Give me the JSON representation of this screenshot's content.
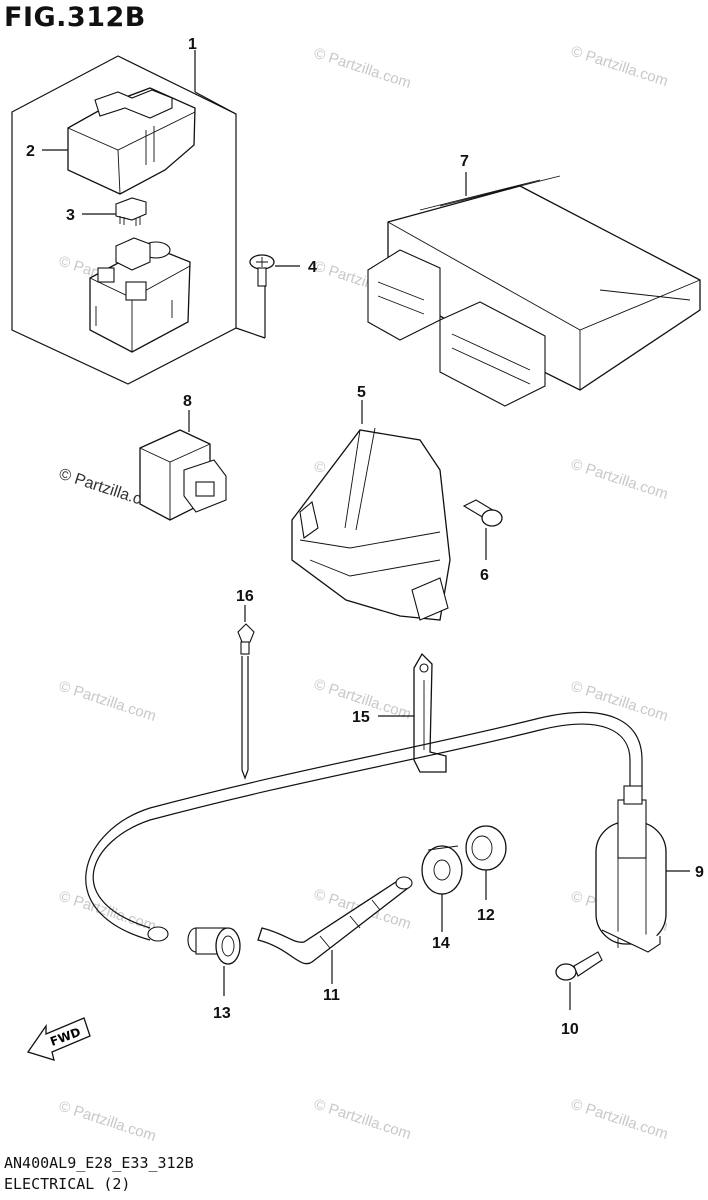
{
  "title": "FIG.312B",
  "footer": {
    "code": "AN400AL9_E28_E33_312B",
    "section": "ELECTRICAL (2)"
  },
  "watermark": "© Partzilla.com",
  "fwd_label": "FWD",
  "callouts": [
    "1",
    "2",
    "3",
    "4",
    "5",
    "6",
    "7",
    "8",
    "9",
    "10",
    "11",
    "12",
    "13",
    "14",
    "15",
    "16"
  ]
}
